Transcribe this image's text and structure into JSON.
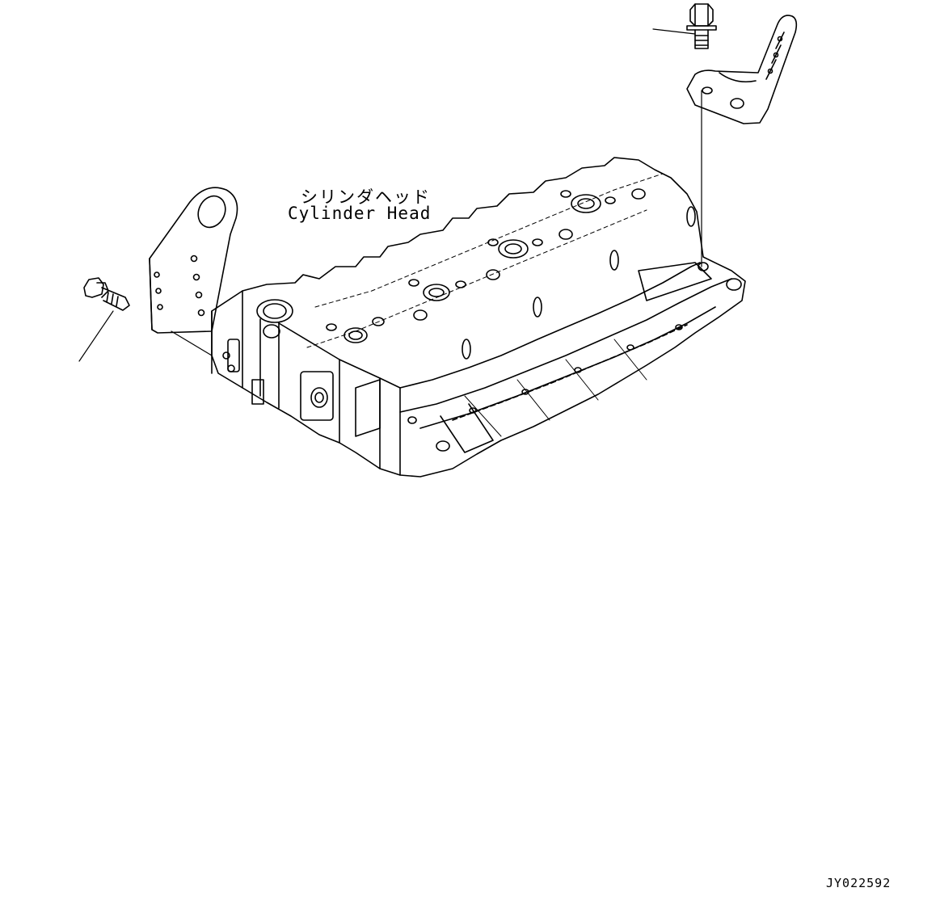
{
  "labels": {
    "part_name_jp": "シリンダヘッド",
    "part_name_en": "Cylinder Head"
  },
  "drawing_id": "JY022592",
  "colors": {
    "line": "#000000",
    "background": "#ffffff"
  }
}
